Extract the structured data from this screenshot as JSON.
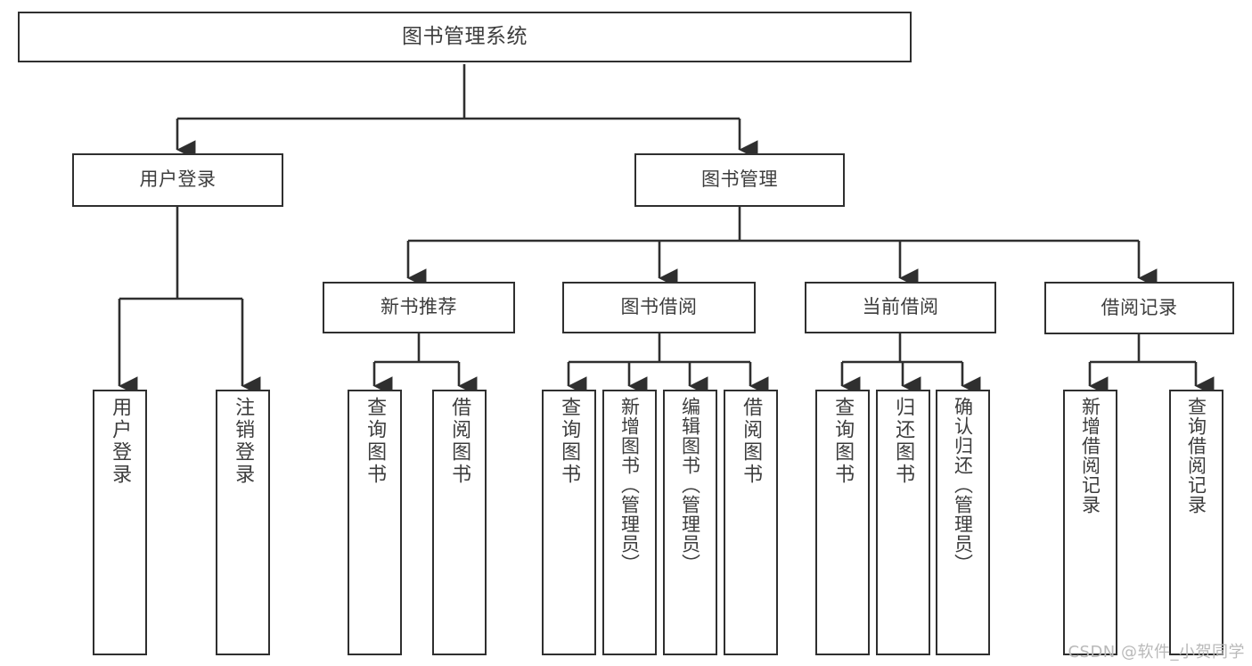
{
  "diagram": {
    "title": "图书管理系统",
    "type": "tree-hierarchy-chart",
    "root": {
      "id": "root",
      "label": "图书管理系统"
    },
    "level1": [
      {
        "id": "user-login",
        "label": "用户登录"
      },
      {
        "id": "book-manage",
        "label": "图书管理"
      }
    ],
    "level2": [
      {
        "id": "new-book-recommend",
        "label": "新书推荐"
      },
      {
        "id": "book-borrow",
        "label": "图书借阅"
      },
      {
        "id": "current-borrow",
        "label": "当前借阅"
      },
      {
        "id": "borrow-record",
        "label": "借阅记录"
      }
    ],
    "leaves": {
      "user_login": [
        {
          "id": "leaf-user-login",
          "label": "用户登录"
        },
        {
          "id": "leaf-logout",
          "label": "注销登录"
        }
      ],
      "new_book_recommend": [
        {
          "id": "leaf-query-book-1",
          "label": "查询图书"
        },
        {
          "id": "leaf-borrow-book-1",
          "label": "借阅图书"
        }
      ],
      "book_borrow": [
        {
          "id": "leaf-query-book-2",
          "label": "查询图书"
        },
        {
          "id": "leaf-add-book",
          "label": "新增图书（管理员）"
        },
        {
          "id": "leaf-edit-book",
          "label": "编辑图书（管理员）"
        },
        {
          "id": "leaf-borrow-book-2",
          "label": "借阅图书"
        }
      ],
      "current_borrow": [
        {
          "id": "leaf-query-book-3",
          "label": "查询图书"
        },
        {
          "id": "leaf-return-book",
          "label": "归还图书"
        },
        {
          "id": "leaf-confirm-return",
          "label": "确认归还（管理员）"
        }
      ],
      "borrow_record": [
        {
          "id": "leaf-add-record",
          "label": "新增借阅记录"
        },
        {
          "id": "leaf-query-record",
          "label": "查询借阅记录"
        }
      ]
    }
  },
  "watermark": {
    "text": "CSDN @软件_小贺同学"
  },
  "colors": {
    "background": "#ffffff",
    "box_border": "#2f2f2f",
    "box_fill": "#ffffff",
    "text": "#3d3d3d",
    "edge": "#2f2f2f",
    "watermark": "#b9b9b9"
  }
}
